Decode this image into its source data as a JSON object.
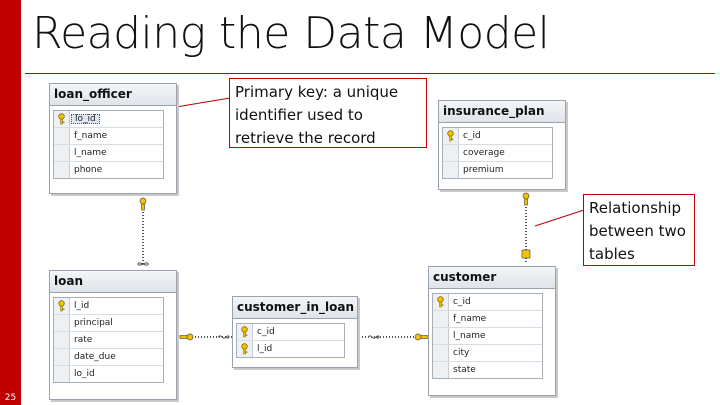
{
  "slide": {
    "title": "Reading the Data Model",
    "number": "25"
  },
  "callouts": {
    "primary_key": "Primary key: a unique identifier used to retrieve the record",
    "relationship": "Relationship between two tables"
  },
  "tables": {
    "loan_officer": {
      "name": "loan_officer",
      "columns": [
        {
          "name": "lo_id",
          "key": true,
          "selected": true
        },
        {
          "name": "f_name",
          "key": false,
          "selected": false
        },
        {
          "name": "l_name",
          "key": false,
          "selected": false
        },
        {
          "name": "phone",
          "key": false,
          "selected": false
        }
      ]
    },
    "insurance_plan": {
      "name": "insurance_plan",
      "columns": [
        {
          "name": "c_id",
          "key": true,
          "selected": false
        },
        {
          "name": "coverage",
          "key": false,
          "selected": false
        },
        {
          "name": "premium",
          "key": false,
          "selected": false
        }
      ]
    },
    "loan": {
      "name": "loan",
      "columns": [
        {
          "name": "l_id",
          "key": true,
          "selected": false
        },
        {
          "name": "principal",
          "key": false,
          "selected": false
        },
        {
          "name": "rate",
          "key": false,
          "selected": false
        },
        {
          "name": "date_due",
          "key": false,
          "selected": false
        },
        {
          "name": "lo_id",
          "key": false,
          "selected": false
        }
      ]
    },
    "customer_in_loan": {
      "name": "customer_in_loan",
      "columns": [
        {
          "name": "c_id",
          "key": true,
          "selected": false
        },
        {
          "name": "l_id",
          "key": true,
          "selected": false
        }
      ]
    },
    "customer": {
      "name": "customer",
      "columns": [
        {
          "name": "c_id",
          "key": true,
          "selected": false
        },
        {
          "name": "f_name",
          "key": false,
          "selected": false
        },
        {
          "name": "l_name",
          "key": false,
          "selected": false
        },
        {
          "name": "city",
          "key": false,
          "selected": false
        },
        {
          "name": "state",
          "key": false,
          "selected": false
        }
      ]
    }
  },
  "colors": {
    "accent": "#c00000",
    "key_icon": "#f2c200"
  }
}
